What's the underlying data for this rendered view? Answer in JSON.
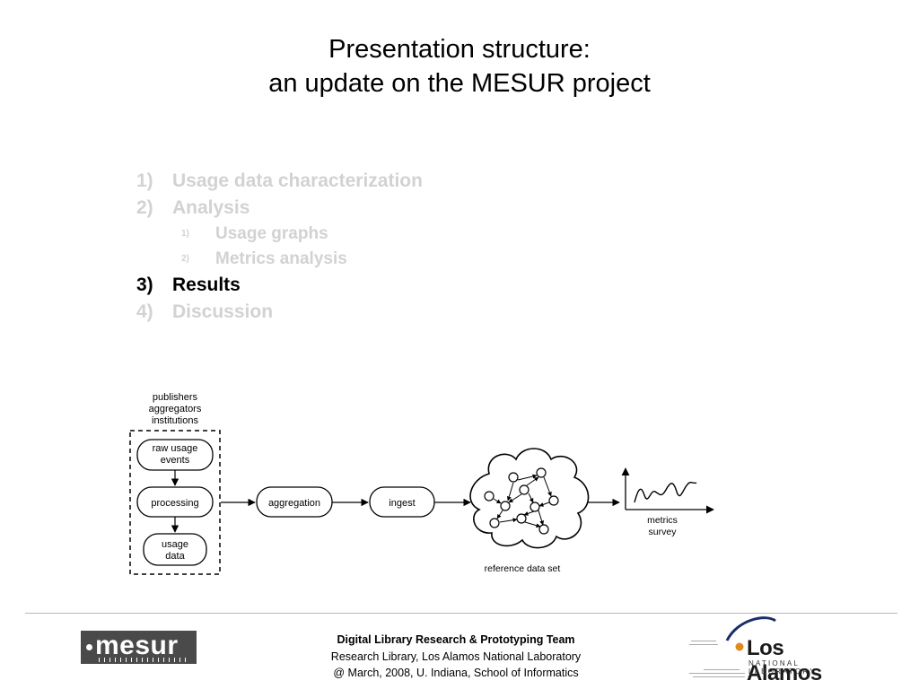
{
  "slide": {
    "title_line1": "Presentation structure:",
    "title_line2": "an update on the MESUR project"
  },
  "outline": [
    {
      "num": "1)",
      "label": "Usage data characterization",
      "active": false
    },
    {
      "num": "2)",
      "label": "Analysis",
      "active": false
    },
    {
      "num": "1)",
      "label": "Usage graphs",
      "active": false,
      "sub": true
    },
    {
      "num": "2)",
      "label": "Metrics analysis",
      "active": false,
      "sub": true
    },
    {
      "num": "3)",
      "label": "Results",
      "active": true
    },
    {
      "num": "4)",
      "label": "Discussion",
      "active": false
    }
  ],
  "diagram": {
    "sources": [
      "publishers",
      "aggregators",
      "institutions"
    ],
    "raw_usage": [
      "raw usage",
      "events"
    ],
    "processing": "processing",
    "usage_data": [
      "usage",
      "data"
    ],
    "aggregation": "aggregation",
    "ingest": "ingest",
    "reference": "reference data set",
    "metrics": [
      "metrics",
      "survey"
    ]
  },
  "footer": {
    "team": "Digital Library Research & Prototyping Team",
    "lab": "Research Library, Los Alamos National Laboratory",
    "event": "@ March, 2008, U. Indiana, School of Informatics"
  },
  "logos": {
    "mesur": "mesur",
    "lanl_name": "Los Alamos",
    "lanl_sub": "NATIONAL LABORATORY"
  },
  "colors": {
    "inactive": "#d2d2d2",
    "active": "#000000",
    "lanl_accent": "#e0891c"
  }
}
